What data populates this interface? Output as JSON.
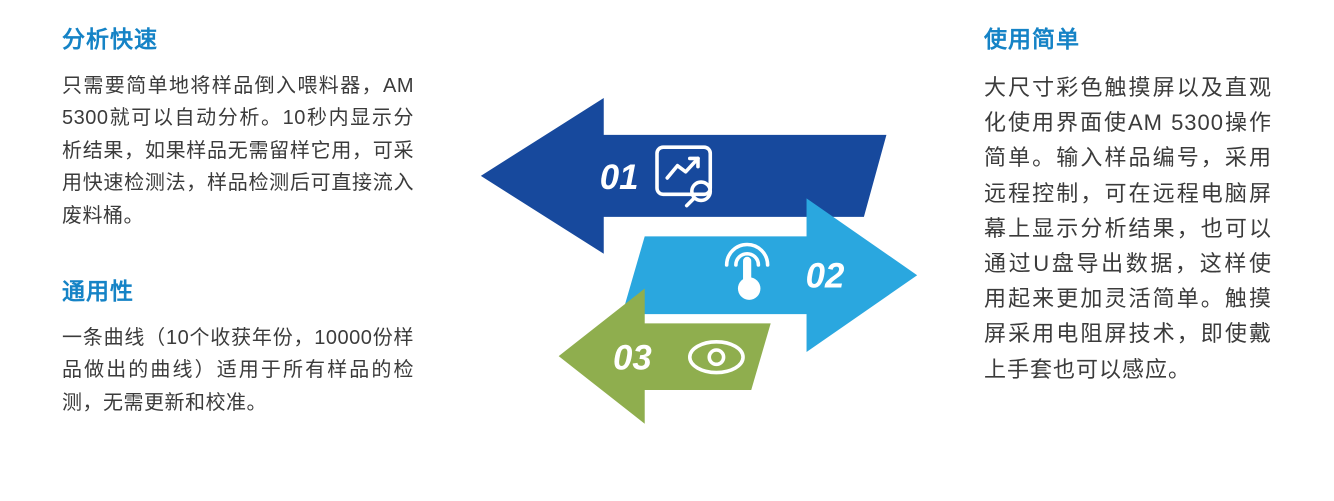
{
  "page": {
    "background": "#ffffff"
  },
  "colors": {
    "heading_blue": "#1583c6",
    "body_text": "#3b3b3b",
    "arrow_dark_blue": "#17499d",
    "arrow_light_blue": "#2aa7df",
    "arrow_green": "#8fae4e",
    "arrow_label_white": "#ffffff"
  },
  "left_column": {
    "sections": [
      {
        "heading": "分析快速",
        "body": "只需要简单地将样品倒入喂料器，AM 5300就可以自动分析。10秒内显示分析结果，如果样品无需留样它用，可采用快速检测法，样品检测后可直接流入废料桶。"
      },
      {
        "heading": "通用性",
        "body": "一条曲线（10个收获年份，10000份样品做出的曲线）适用于所有样品的检测，无需更新和校准。"
      }
    ]
  },
  "diagram": {
    "steps": [
      {
        "number": "01",
        "icon": "chart-search-icon",
        "color": "#17499d",
        "direction": "left"
      },
      {
        "number": "02",
        "icon": "touch-icon",
        "color": "#2aa7df",
        "direction": "right"
      },
      {
        "number": "03",
        "icon": "eye-icon",
        "color": "#8fae4e",
        "direction": "left"
      }
    ]
  },
  "right_column": {
    "sections": [
      {
        "heading": "使用简单",
        "body": "大尺寸彩色触摸屏以及直观化使用界面使AM 5300操作简单。输入样品编号，采用远程控制，可在远程电脑屏幕上显示分析结果，也可以通过U盘导出数据，这样使用起来更加灵活简单。触摸屏采用电阻屏技术，即使戴上手套也可以感应。"
      }
    ]
  }
}
